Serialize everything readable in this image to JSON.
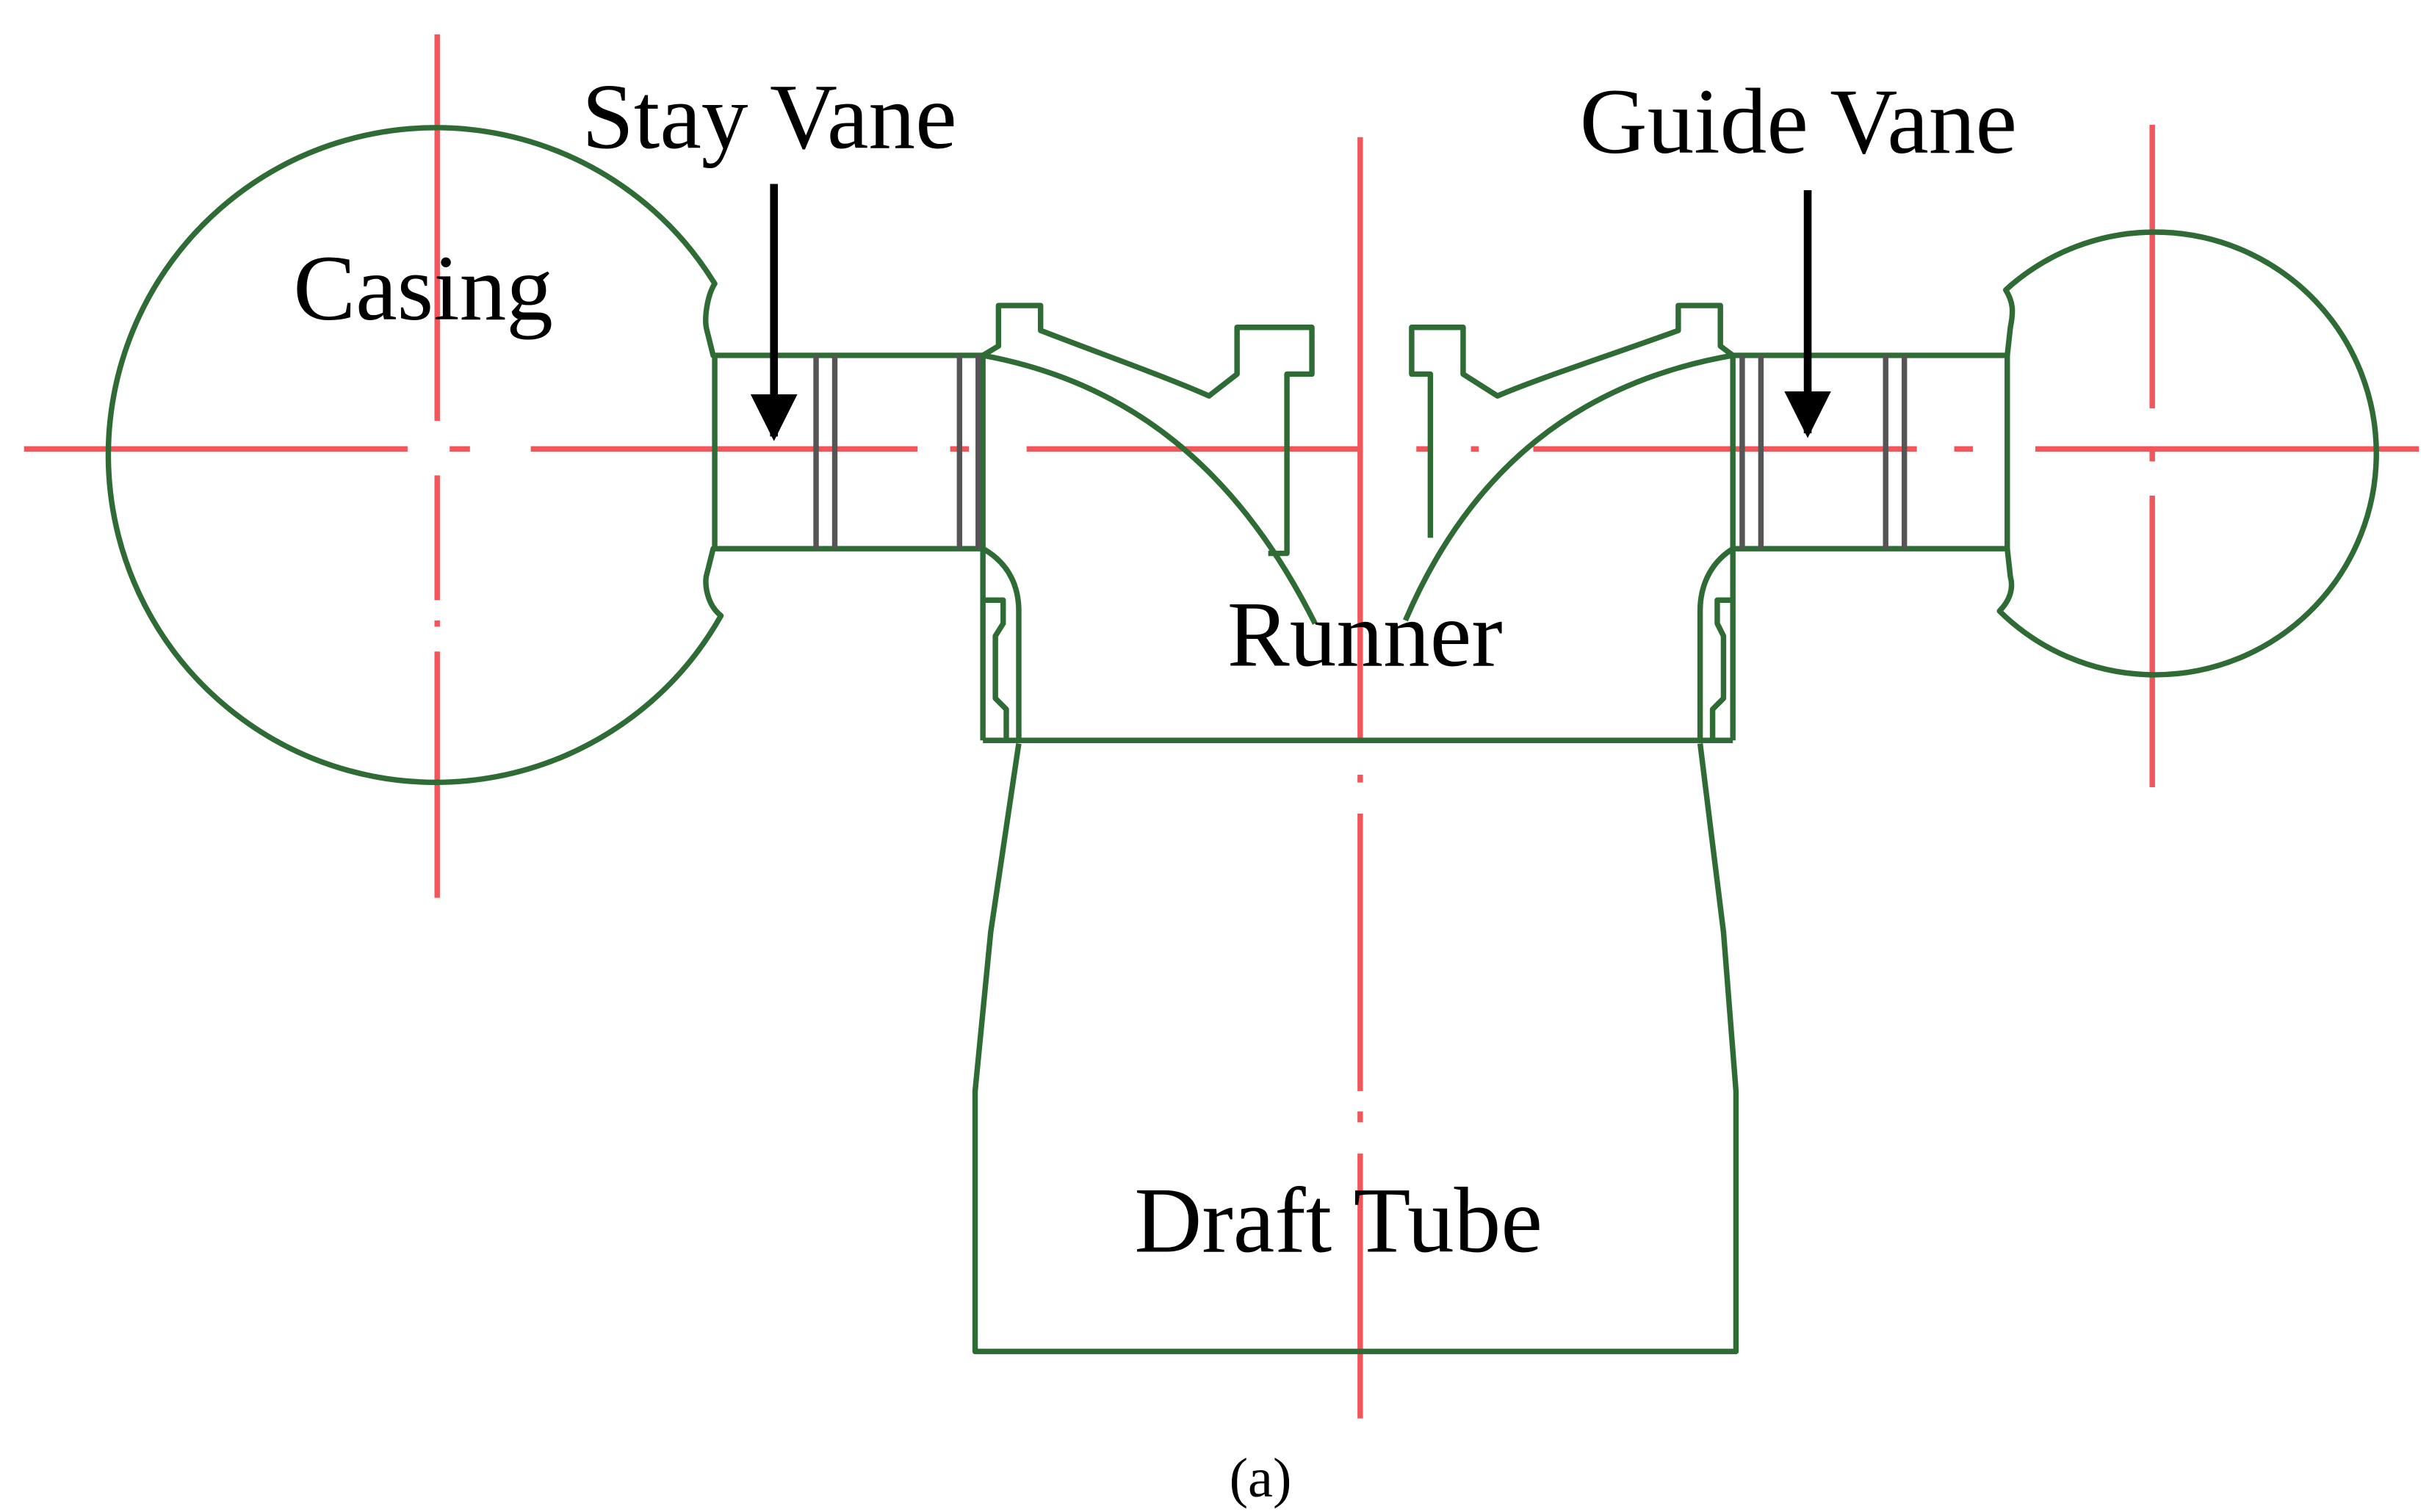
{
  "labels": {
    "casing": "Casing",
    "stay_vane": "Stay Vane",
    "guide_vane": "Guide Vane",
    "runner": "Runner",
    "draft_tube": "Draft Tube"
  },
  "caption": "(a)",
  "colors": {
    "outline": "#2f6b35",
    "centerline": "#f0565a",
    "vane_line": "#555555",
    "text": "#000000"
  }
}
